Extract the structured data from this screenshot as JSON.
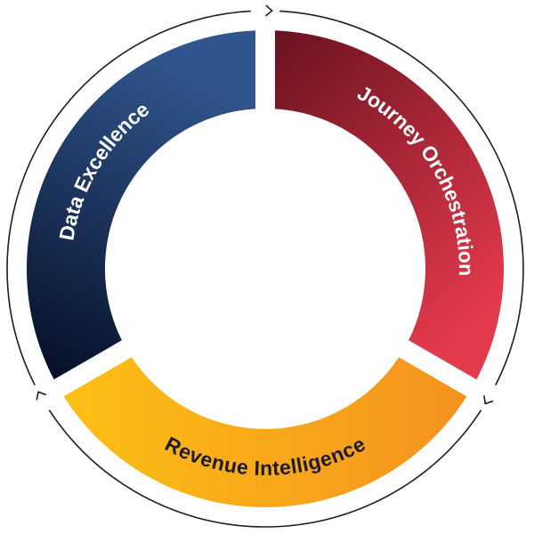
{
  "diagram": {
    "segments": [
      {
        "id": "data",
        "label": "Data Excellence",
        "text_color": "#ffffff",
        "color_start": "#050d24",
        "color_end": "#30558c"
      },
      {
        "id": "journey",
        "label": "Journey Orchestration",
        "text_color": "#ffffff",
        "color_start": "#6a1220",
        "color_end": "#e33a4c"
      },
      {
        "id": "revenue",
        "label": "Revenue Intelligence",
        "text_color": "#1c1c2a",
        "color_start": "#fcc015",
        "color_end": "#f5921f"
      }
    ],
    "outer_ring_color": "#1c1c2a",
    "flow_direction": "clockwise"
  }
}
